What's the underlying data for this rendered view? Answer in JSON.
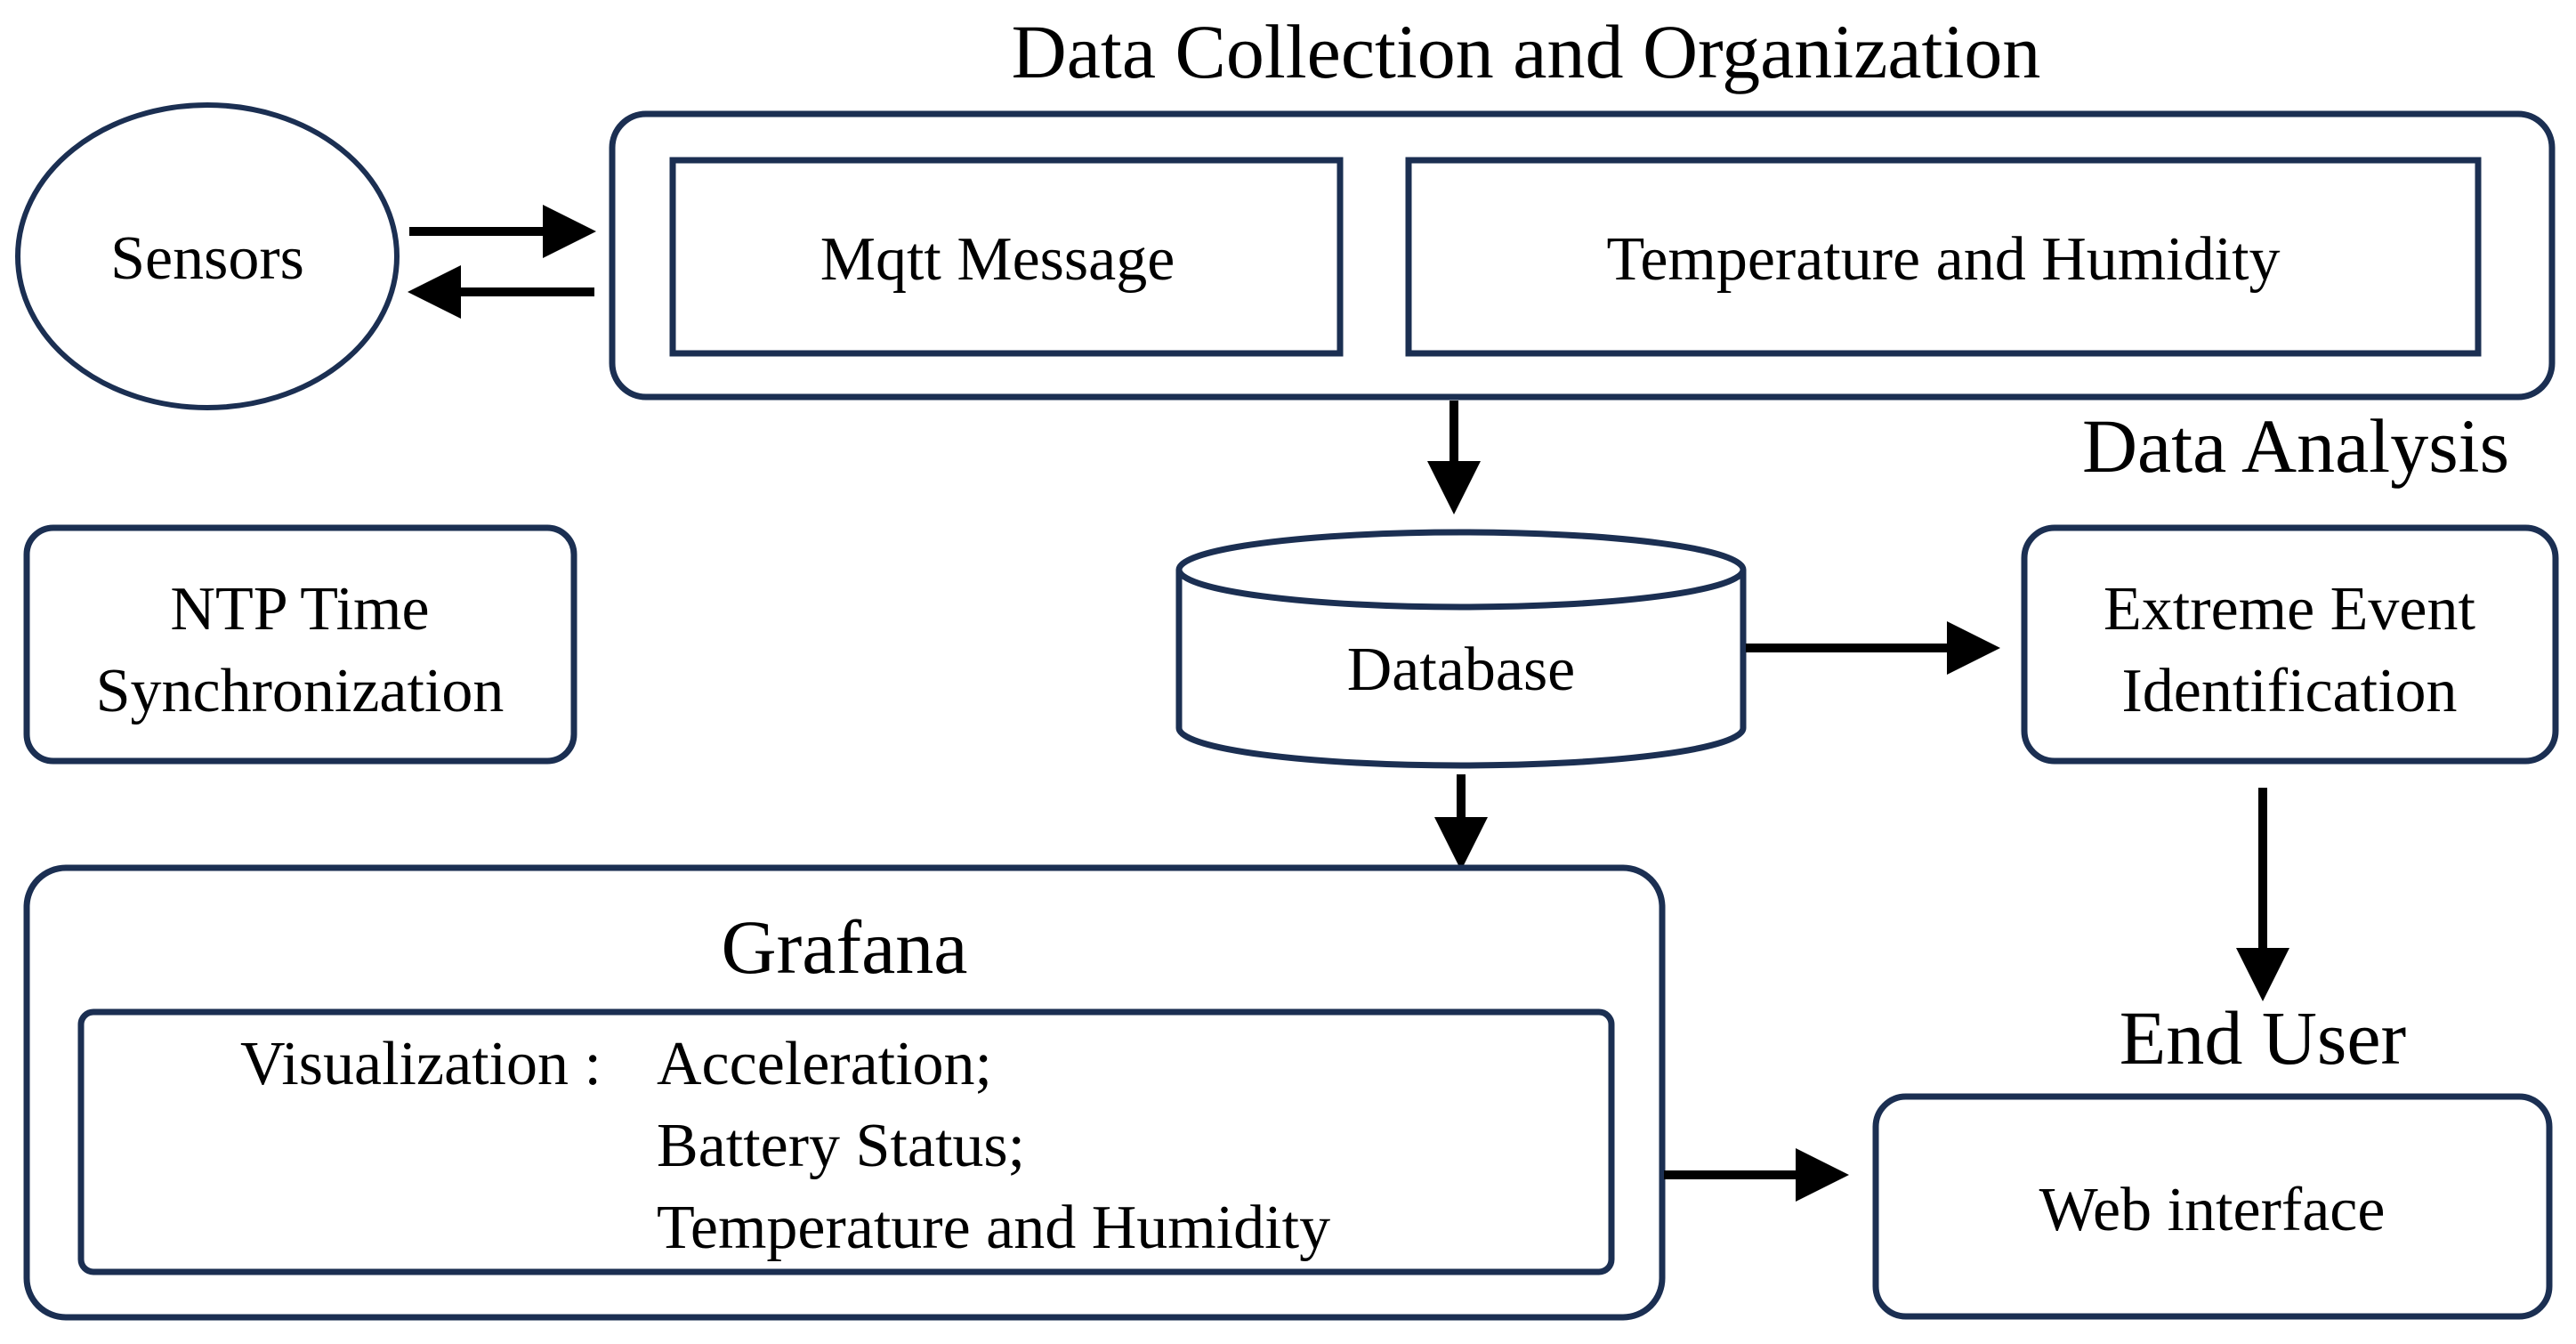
{
  "colors": {
    "box_stroke": "#1b2f52",
    "arrow": "#000000",
    "text": "#000000",
    "background": "#ffffff"
  },
  "sections": {
    "data_collection_title": "Data Collection and Organization",
    "data_analysis_title": "Data Analysis",
    "end_user_title": "End User",
    "grafana_title": "Grafana"
  },
  "nodes": {
    "sensors": "Sensors",
    "mqtt_message": "Mqtt Message",
    "temperature_humidity": "Temperature and Humidity",
    "ntp_line1": "NTP Time",
    "ntp_line2": "Synchronization",
    "database": "Database",
    "extreme_line1": "Extreme Event",
    "extreme_line2": "Identification",
    "web_interface": "Web interface"
  },
  "grafana": {
    "visualization_label": "Visualization :",
    "items": [
      "Acceleration;",
      "Battery Status;",
      "Temperature and Humidity"
    ]
  }
}
